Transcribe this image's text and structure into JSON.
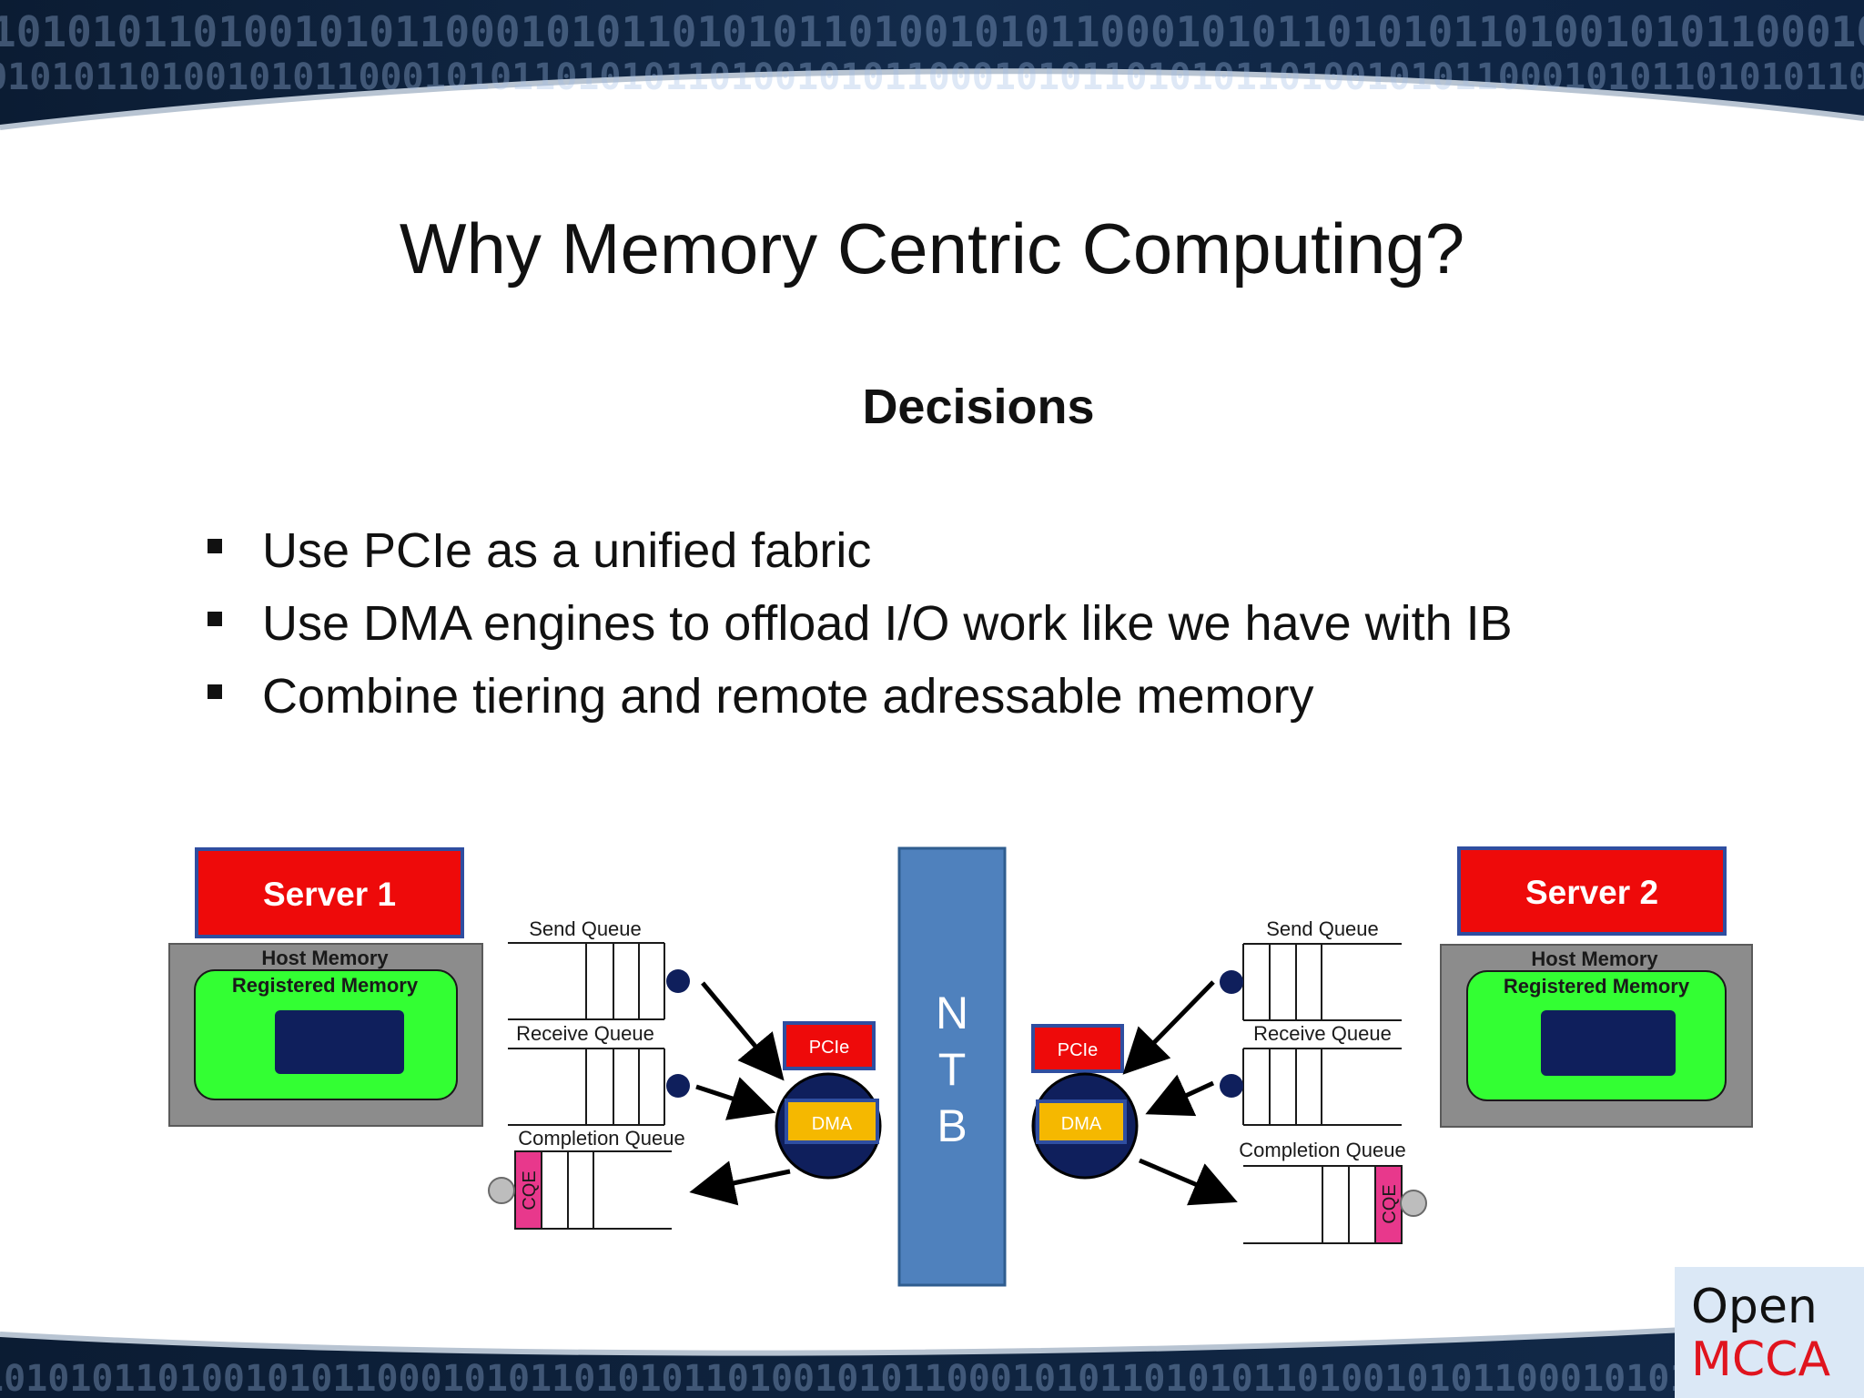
{
  "slide": {
    "title": "Why Memory Centric Computing?",
    "subtitle": "Decisions",
    "bullets": [
      "Use PCIe as a unified fabric",
      "Use DMA engines to offload I/O work like we have with IB",
      "Combine tiering and remote adressable memory"
    ]
  },
  "diagram": {
    "server1": {
      "label": "Server 1",
      "host_memory": "Host Memory",
      "registered_memory": "Registered Memory",
      "send_queue": "Send Queue",
      "receive_queue": "Receive Queue",
      "completion_queue": "Completion Queue",
      "cqe": "CQE",
      "pcie": "PCIe",
      "dma": "DMA"
    },
    "server2": {
      "label": "Server 2",
      "host_memory": "Host Memory",
      "registered_memory": "Registered Memory",
      "send_queue": "Send Queue",
      "receive_queue": "Receive Queue",
      "completion_queue": "Completion Queue",
      "cqe": "CQE",
      "pcie": "PCIe",
      "dma": "DMA"
    },
    "ntb": {
      "n": "N",
      "t": "T",
      "b": "B"
    },
    "colors": {
      "server_red": "#ee0a0a",
      "server_border": "#2f4ea0",
      "memory_gray": "#8c8c8c",
      "registered_green": "#33ff33",
      "navy": "#0f1f5c",
      "dma_yellow": "#f5b800",
      "cqe_pink": "#e8388c",
      "ntb_blue": "#4f81bd"
    }
  },
  "logo": {
    "line1": "Open",
    "line2": "MCCA"
  },
  "banner": {
    "binary_text": "101010110100101011000101011010101101001010110001010110101011010010101100010101101010110100101011000101"
  }
}
